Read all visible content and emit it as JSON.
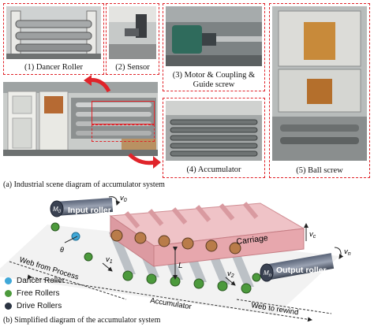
{
  "panels": {
    "dancer_roller": "(1) Dancer Roller",
    "sensor": "(2) Sensor",
    "motor": "(3) Motor & Coupling &",
    "motor_line2": "Guide screw",
    "accumulator": "(4) Accumulator",
    "ball_screw": "(5)  Ball screw"
  },
  "captions": {
    "a": "(a) Industrial scene diagram of accumulator system",
    "b": "(b) Simplified diagram of the accumulator system"
  },
  "diagram": {
    "input_roller": "Input roller",
    "output_roller": "Output roller",
    "carriage": "Carriage",
    "web_from_process": "Web from Process",
    "accumulator": "Accumulator",
    "web_to_rewind": "Web to rewind",
    "v0": "v",
    "v0_sub": "0",
    "vn": "v",
    "vn_sub": "n",
    "vc": "v",
    "vc_sub": "c",
    "v1": "v",
    "v1_sub": "1",
    "v2": "v",
    "v2_sub": "2",
    "m0": "M",
    "m0_sub": "0",
    "mn": "M",
    "mn_sub": "n",
    "theta": "θ",
    "L": "L"
  },
  "legend": [
    {
      "label": "Dancer Roller",
      "color": "#3fa8d8"
    },
    {
      "label": "Free Rollers",
      "color": "#4c9a3c"
    },
    {
      "label": "Drive Rollers",
      "color": "#2b3442"
    }
  ],
  "colors": {
    "panel_border": "#e0242a",
    "carriage": "#e7a7ad",
    "free_roller": "#4c9a3c",
    "dancer_roller": "#3fa8d8",
    "drive_roller": "#2b3442"
  }
}
